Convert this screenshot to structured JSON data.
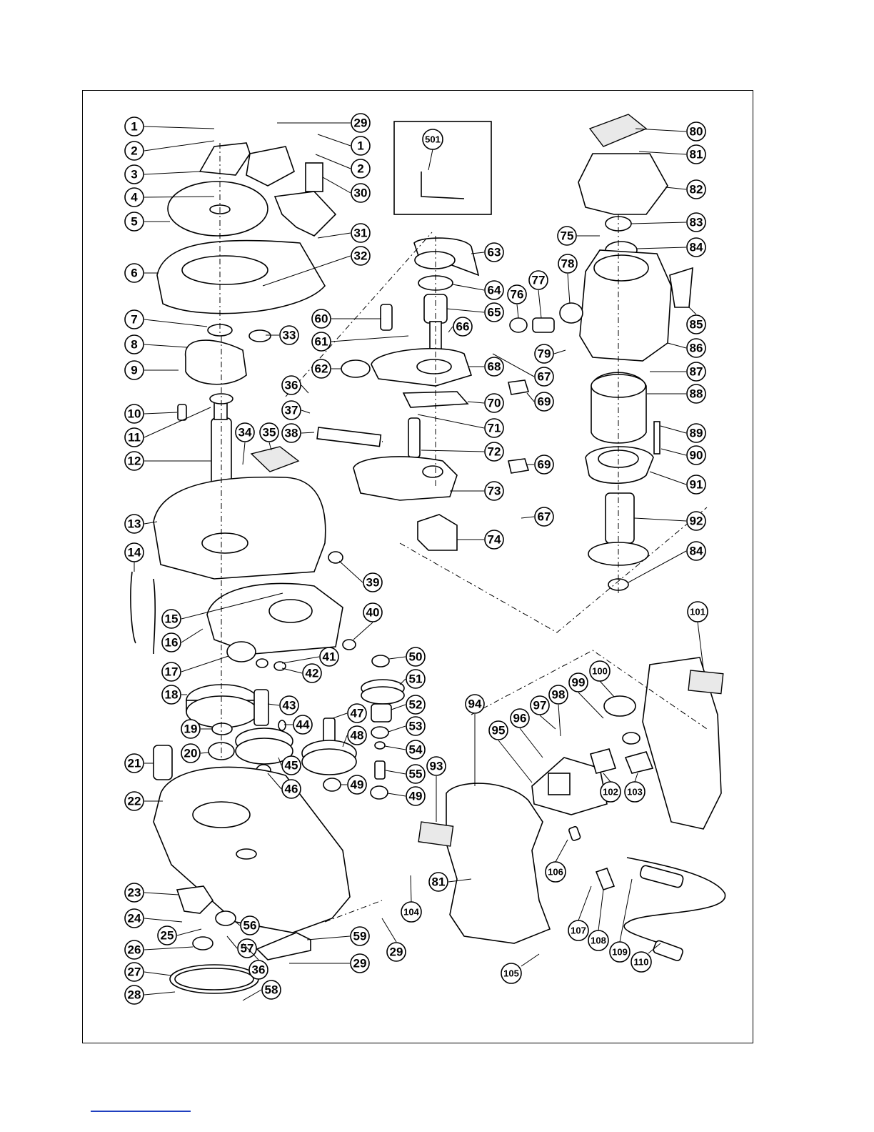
{
  "callouts": [
    {
      "id": "1",
      "label": "1"
    },
    {
      "id": "2",
      "label": "2"
    },
    {
      "id": "3",
      "label": "3"
    },
    {
      "id": "4",
      "label": "4"
    },
    {
      "id": "5",
      "label": "5"
    },
    {
      "id": "6",
      "label": "6"
    },
    {
      "id": "7",
      "label": "7"
    },
    {
      "id": "8",
      "label": "8"
    },
    {
      "id": "9",
      "label": "9"
    },
    {
      "id": "10",
      "label": "10"
    },
    {
      "id": "11",
      "label": "11"
    },
    {
      "id": "12",
      "label": "12"
    },
    {
      "id": "13",
      "label": "13"
    },
    {
      "id": "14",
      "label": "14"
    },
    {
      "id": "15",
      "label": "15"
    },
    {
      "id": "16",
      "label": "16"
    },
    {
      "id": "17",
      "label": "17"
    },
    {
      "id": "18",
      "label": "18"
    },
    {
      "id": "19",
      "label": "19"
    },
    {
      "id": "20",
      "label": "20"
    },
    {
      "id": "21",
      "label": "21"
    },
    {
      "id": "22",
      "label": "22"
    },
    {
      "id": "23",
      "label": "23"
    },
    {
      "id": "24",
      "label": "24"
    },
    {
      "id": "25",
      "label": "25"
    },
    {
      "id": "26",
      "label": "26"
    },
    {
      "id": "27",
      "label": "27"
    },
    {
      "id": "28",
      "label": "28"
    },
    {
      "id": "29a",
      "label": "29"
    },
    {
      "id": "1b",
      "label": "1"
    },
    {
      "id": "2b",
      "label": "2"
    },
    {
      "id": "30",
      "label": "30"
    },
    {
      "id": "31",
      "label": "31"
    },
    {
      "id": "32",
      "label": "32"
    },
    {
      "id": "33",
      "label": "33"
    },
    {
      "id": "34",
      "label": "34"
    },
    {
      "id": "35",
      "label": "35"
    },
    {
      "id": "36a",
      "label": "36"
    },
    {
      "id": "37",
      "label": "37"
    },
    {
      "id": "38",
      "label": "38"
    },
    {
      "id": "39",
      "label": "39"
    },
    {
      "id": "40",
      "label": "40"
    },
    {
      "id": "41",
      "label": "41"
    },
    {
      "id": "42",
      "label": "42"
    },
    {
      "id": "43",
      "label": "43"
    },
    {
      "id": "44",
      "label": "44"
    },
    {
      "id": "45",
      "label": "45"
    },
    {
      "id": "46",
      "label": "46"
    },
    {
      "id": "47",
      "label": "47"
    },
    {
      "id": "48",
      "label": "48"
    },
    {
      "id": "49a",
      "label": "49"
    },
    {
      "id": "49b",
      "label": "49"
    },
    {
      "id": "50",
      "label": "50"
    },
    {
      "id": "51",
      "label": "51"
    },
    {
      "id": "52",
      "label": "52"
    },
    {
      "id": "53",
      "label": "53"
    },
    {
      "id": "54",
      "label": "54"
    },
    {
      "id": "55",
      "label": "55"
    },
    {
      "id": "56",
      "label": "56"
    },
    {
      "id": "57",
      "label": "57"
    },
    {
      "id": "36b",
      "label": "36"
    },
    {
      "id": "58",
      "label": "58"
    },
    {
      "id": "59",
      "label": "59"
    },
    {
      "id": "29b",
      "label": "29"
    },
    {
      "id": "29c",
      "label": "29"
    },
    {
      "id": "60",
      "label": "60"
    },
    {
      "id": "61",
      "label": "61"
    },
    {
      "id": "62",
      "label": "62"
    },
    {
      "id": "63",
      "label": "63"
    },
    {
      "id": "64",
      "label": "64"
    },
    {
      "id": "65",
      "label": "65"
    },
    {
      "id": "66",
      "label": "66"
    },
    {
      "id": "67a",
      "label": "67"
    },
    {
      "id": "68",
      "label": "68"
    },
    {
      "id": "69a",
      "label": "69"
    },
    {
      "id": "70",
      "label": "70"
    },
    {
      "id": "71",
      "label": "71"
    },
    {
      "id": "72",
      "label": "72"
    },
    {
      "id": "69b",
      "label": "69"
    },
    {
      "id": "73",
      "label": "73"
    },
    {
      "id": "67b",
      "label": "67"
    },
    {
      "id": "74",
      "label": "74"
    },
    {
      "id": "75",
      "label": "75"
    },
    {
      "id": "76",
      "label": "76"
    },
    {
      "id": "77",
      "label": "77"
    },
    {
      "id": "78",
      "label": "78"
    },
    {
      "id": "79",
      "label": "79"
    },
    {
      "id": "80",
      "label": "80"
    },
    {
      "id": "81a",
      "label": "81"
    },
    {
      "id": "82",
      "label": "82"
    },
    {
      "id": "83",
      "label": "83"
    },
    {
      "id": "84a",
      "label": "84"
    },
    {
      "id": "85",
      "label": "85"
    },
    {
      "id": "86",
      "label": "86"
    },
    {
      "id": "87",
      "label": "87"
    },
    {
      "id": "88",
      "label": "88"
    },
    {
      "id": "89",
      "label": "89"
    },
    {
      "id": "90",
      "label": "90"
    },
    {
      "id": "91",
      "label": "91"
    },
    {
      "id": "92",
      "label": "92"
    },
    {
      "id": "84b",
      "label": "84"
    },
    {
      "id": "501",
      "label": "501"
    },
    {
      "id": "93",
      "label": "93"
    },
    {
      "id": "94",
      "label": "94"
    },
    {
      "id": "95",
      "label": "95"
    },
    {
      "id": "96",
      "label": "96"
    },
    {
      "id": "97",
      "label": "97"
    },
    {
      "id": "98",
      "label": "98"
    },
    {
      "id": "99",
      "label": "99"
    },
    {
      "id": "100",
      "label": "100"
    },
    {
      "id": "101",
      "label": "101"
    },
    {
      "id": "102",
      "label": "102"
    },
    {
      "id": "103",
      "label": "103"
    },
    {
      "id": "104",
      "label": "104"
    },
    {
      "id": "81b",
      "label": "81"
    },
    {
      "id": "105",
      "label": "105"
    },
    {
      "id": "106",
      "label": "106"
    },
    {
      "id": "107",
      "label": "107"
    },
    {
      "id": "108",
      "label": "108"
    },
    {
      "id": "109",
      "label": "109"
    },
    {
      "id": "110",
      "label": "110"
    }
  ]
}
